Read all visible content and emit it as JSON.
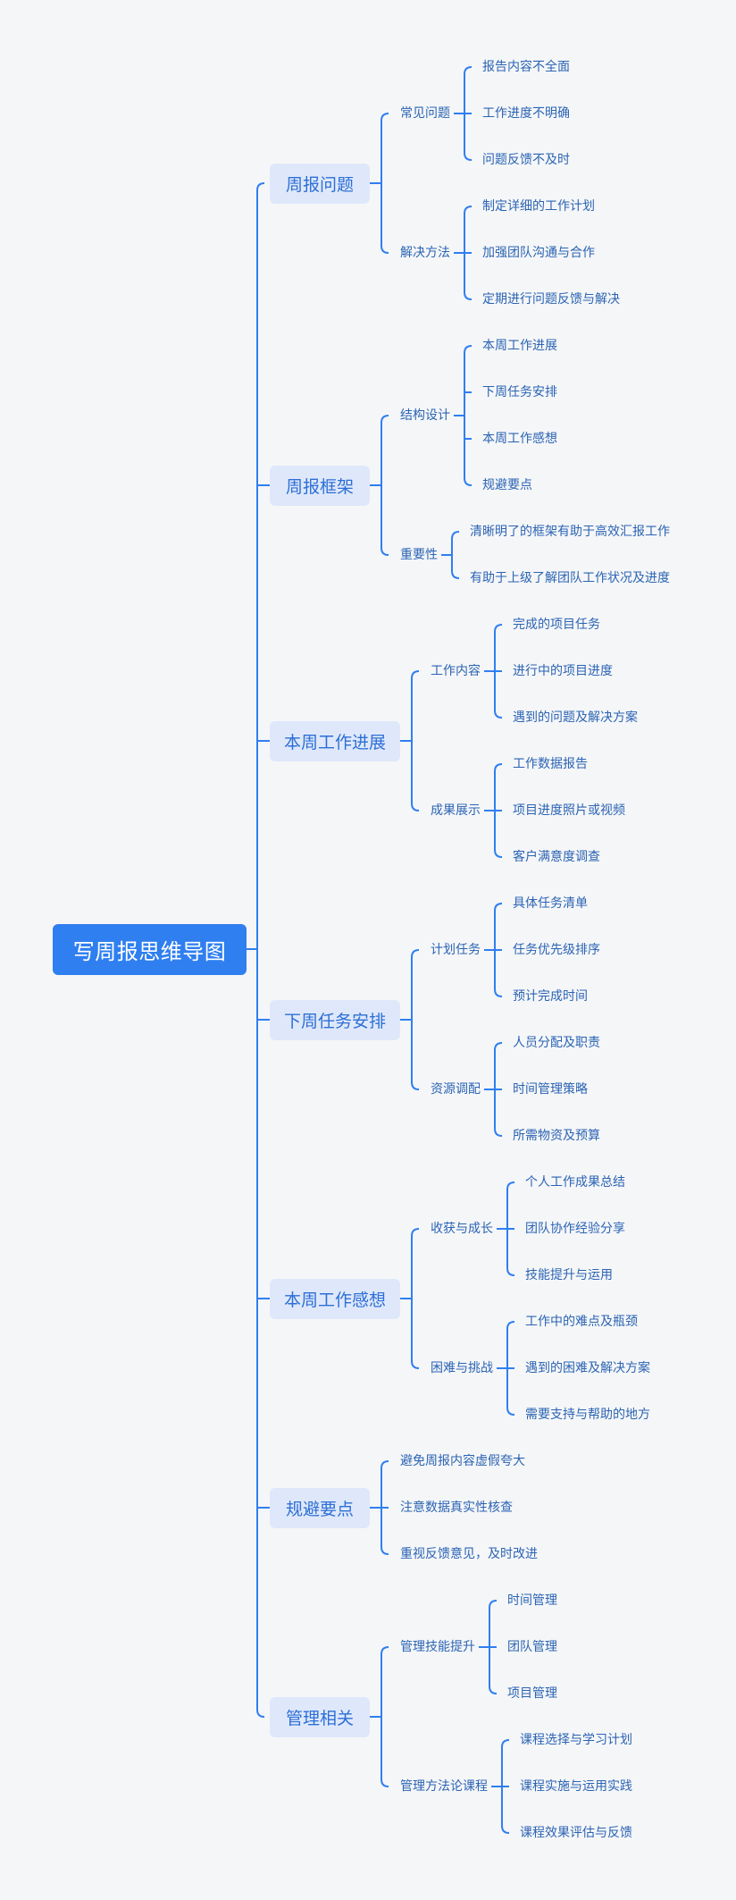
{
  "root": "写周报思维导图",
  "branches": [
    {
      "label": "周报问题",
      "children": [
        {
          "label": "常见问题",
          "children": [
            "报告内容不全面",
            "工作进度不明确",
            "问题反馈不及时"
          ]
        },
        {
          "label": "解决方法",
          "children": [
            "制定详细的工作计划",
            "加强团队沟通与合作",
            "定期进行问题反馈与解决"
          ]
        }
      ]
    },
    {
      "label": "周报框架",
      "children": [
        {
          "label": "结构设计",
          "children": [
            "本周工作进展",
            "下周任务安排",
            "本周工作感想",
            "规避要点"
          ]
        },
        {
          "label": "重要性",
          "children": [
            "清晰明了的框架有助于高效汇报工作",
            "有助于上级了解团队工作状况及进度"
          ]
        }
      ]
    },
    {
      "label": "本周工作进展",
      "children": [
        {
          "label": "工作内容",
          "children": [
            "完成的项目任务",
            "进行中的项目进度",
            "遇到的问题及解决方案"
          ]
        },
        {
          "label": "成果展示",
          "children": [
            "工作数据报告",
            "项目进度照片或视频",
            "客户满意度调查"
          ]
        }
      ]
    },
    {
      "label": "下周任务安排",
      "children": [
        {
          "label": "计划任务",
          "children": [
            "具体任务清单",
            "任务优先级排序",
            "预计完成时间"
          ]
        },
        {
          "label": "资源调配",
          "children": [
            "人员分配及职责",
            "时间管理策略",
            "所需物资及预算"
          ]
        }
      ]
    },
    {
      "label": "本周工作感想",
      "children": [
        {
          "label": "收获与成长",
          "children": [
            "个人工作成果总结",
            "团队协作经验分享",
            "技能提升与运用"
          ]
        },
        {
          "label": "困难与挑战",
          "children": [
            "工作中的难点及瓶颈",
            "遇到的困难及解决方案",
            "需要支持与帮助的地方"
          ]
        }
      ]
    },
    {
      "label": "规避要点",
      "children": [
        {
          "label": "避免周报内容虚假夸大",
          "children": []
        },
        {
          "label": "注意数据真实性核查",
          "children": []
        },
        {
          "label": "重视反馈意见，及时改进",
          "children": []
        }
      ]
    },
    {
      "label": "管理相关",
      "children": [
        {
          "label": "管理技能提升",
          "children": [
            "时间管理",
            "团队管理",
            "项目管理"
          ]
        },
        {
          "label": "管理方法论课程",
          "children": [
            "课程选择与学习计划",
            "课程实施与运用实践",
            "课程效果评估与反馈"
          ]
        }
      ]
    }
  ]
}
